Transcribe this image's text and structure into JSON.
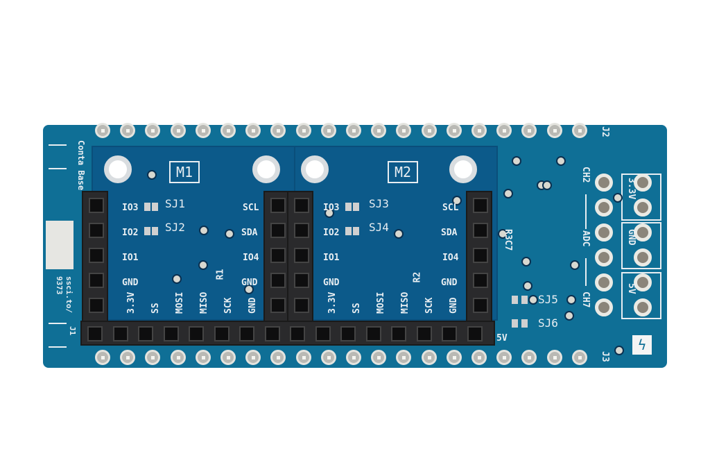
{
  "board": {
    "color": "#0f6f96",
    "module_labels": [
      "M1",
      "M2"
    ],
    "left_text": "Conta Base",
    "url_text": [
      "ssci.to/",
      "9373"
    ],
    "ref_labels": {
      "j2": "J2",
      "j3": "J3",
      "j1": "J1",
      "r1": "R1",
      "r2": "R2",
      "r3c7": "R3C7"
    },
    "jumpers": [
      "SJ1",
      "SJ2",
      "SJ3",
      "SJ4",
      "SJ5",
      "SJ6"
    ],
    "m1_left": [
      "IO3",
      "IO2",
      "IO1",
      "GND"
    ],
    "m1_right": [
      "SCL",
      "SDA",
      "IO4",
      "GND"
    ],
    "m1_bottom": [
      "3.3V",
      "SS",
      "MOSI",
      "MISO",
      "SCK",
      "GND"
    ],
    "m2_left": [
      "IO3",
      "IO2",
      "IO1",
      "GND"
    ],
    "m2_right": [
      "SCL",
      "SDA",
      "IO4",
      "GND"
    ],
    "m2_bottom": [
      "3.3V",
      "SS",
      "MOSI",
      "MISO",
      "SCK",
      "GND"
    ],
    "adc": {
      "top": "CH2",
      "middle": "ADC",
      "bottom": "CH7"
    },
    "power": [
      "3.3V",
      "GND",
      "5V"
    ],
    "label_5v": "5V"
  }
}
